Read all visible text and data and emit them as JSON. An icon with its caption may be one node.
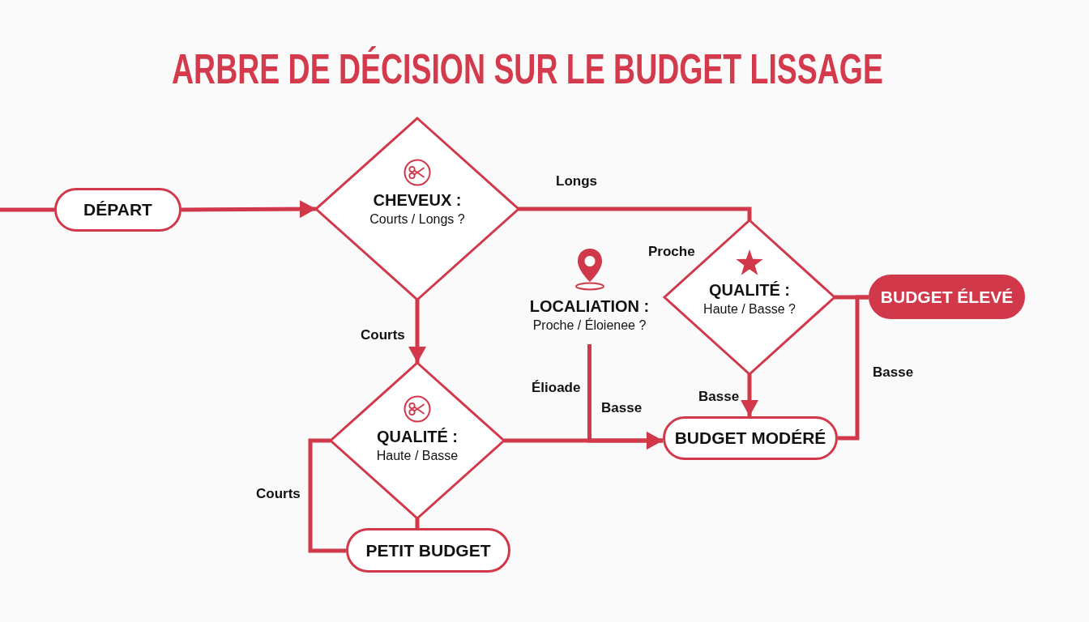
{
  "diagram": {
    "title": "ARBRE DE DÉCISION SUR LE BUDGET LISSAGE",
    "nodes": [
      {
        "text": [
          "DÉPART"
        ]
      },
      {
        "text": [
          "CHEVEUX :",
          "Courts / Longs ?"
        ]
      },
      {
        "text": [
          "LOCALIATION :",
          "Proche / Éloienee ?"
        ]
      },
      {
        "text": [
          "QUALITÉ :",
          "Haute / Basse ?"
        ]
      },
      {
        "text": [
          "BUDGET ÉLEVÉ"
        ]
      },
      {
        "text": [
          "QUALITÉ :",
          "Haute / Basse"
        ]
      },
      {
        "text": [
          "BUDGET MODÉRÉ"
        ]
      },
      {
        "text": [
          "PETIT BUDGET"
        ]
      }
    ],
    "edges": [
      {
        "from": null,
        "to": 0,
        "arrow": "none"
      },
      {
        "from": 0,
        "to": 1,
        "arrow": "to"
      },
      {
        "from": 1,
        "to": 3,
        "arrow": "none",
        "label": "Longs"
      },
      {
        "from": 1,
        "to": 5,
        "arrow": "to",
        "label": "Courts"
      },
      {
        "from": 5,
        "to": 6,
        "arrow": "to",
        "label": "Basse"
      },
      {
        "from": 2,
        "to": 6,
        "arrow": "to",
        "label": "Élioade"
      },
      {
        "from": 3,
        "to": 6,
        "arrow": "to",
        "label": "Basse"
      },
      {
        "from": 3,
        "to": 4,
        "arrow": "none"
      },
      {
        "from": 6,
        "to": 4,
        "arrow": "none",
        "label": "Basse"
      },
      {
        "from": 5,
        "to": 7,
        "arrow": "none",
        "label": "Courts"
      },
      {
        "from": 5,
        "to": 7,
        "arrow": "none"
      }
    ],
    "labels": [
      "Proche"
    ]
  }
}
